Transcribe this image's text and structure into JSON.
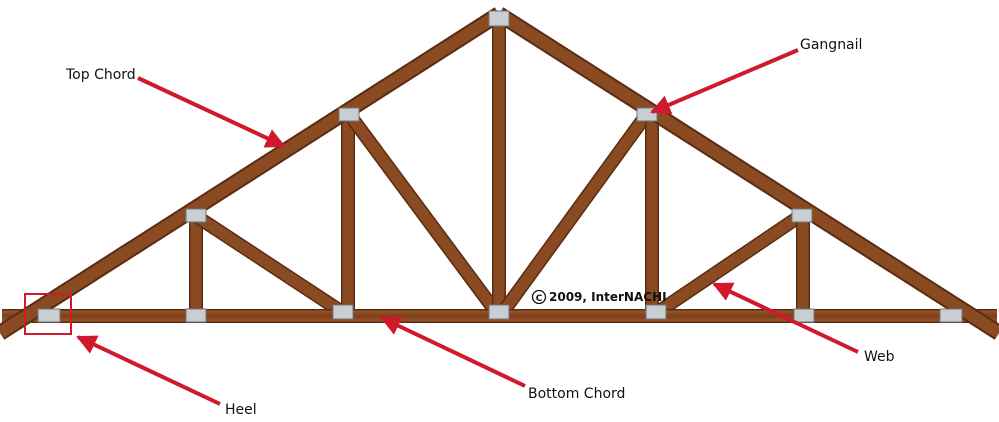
{
  "labels": {
    "top_chord": "Top Chord",
    "gangnail": "Gangnail",
    "web": "Web",
    "bottom_chord": "Bottom Chord",
    "heel": "Heel"
  },
  "copyright": "2009, InterNACHI",
  "copyright_symbol": "C",
  "colors": {
    "wood": "#8a4a22",
    "wood_dark": "#5a2c12",
    "wood_light": "#a8622f",
    "plate": "#c9ced3",
    "plate_edge": "#6f767d",
    "arrow": "#d0192b",
    "heel_box": "#d0192b"
  }
}
